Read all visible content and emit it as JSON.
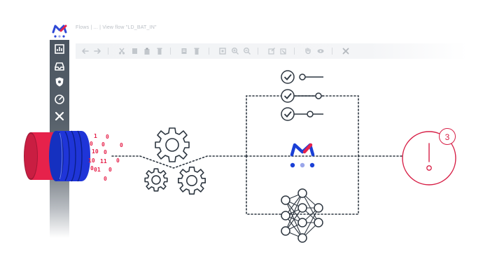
{
  "app": {
    "logo_name": "m-logo"
  },
  "breadcrumb": {
    "text": "Flows  |  ...  |  View flow \"LD_BAT_IN\""
  },
  "sidebar": {
    "items": [
      {
        "name": "sidebar-item-dashboard",
        "icon": "dashboard-icon"
      },
      {
        "name": "sidebar-item-inbox",
        "icon": "inbox-icon"
      },
      {
        "name": "sidebar-item-security",
        "icon": "shield-icon"
      },
      {
        "name": "sidebar-item-monitor",
        "icon": "gauge-icon"
      },
      {
        "name": "sidebar-item-tools",
        "icon": "tools-icon"
      }
    ]
  },
  "toolbar": {
    "icons": [
      "undo-icon",
      "redo-icon",
      "cut-icon",
      "copy-icon",
      "paste-icon",
      "delete-icon",
      "duplicate-icon",
      "trash-icon",
      "fit-icon",
      "zoom-in-icon",
      "zoom-out-icon",
      "edit-icon",
      "select-icon",
      "hand-icon",
      "view-icon",
      "tools-icon"
    ]
  },
  "diagram": {
    "data_bits": [
      "1",
      "0",
      "0",
      "0",
      "0",
      "10",
      "0",
      "10",
      "0",
      "11",
      "0",
      "01",
      "0",
      "0"
    ],
    "alert_count": "3",
    "colors": {
      "accent": "#e6224b",
      "brand_blue": "#1a3fd6",
      "line": "#2d3640"
    }
  }
}
